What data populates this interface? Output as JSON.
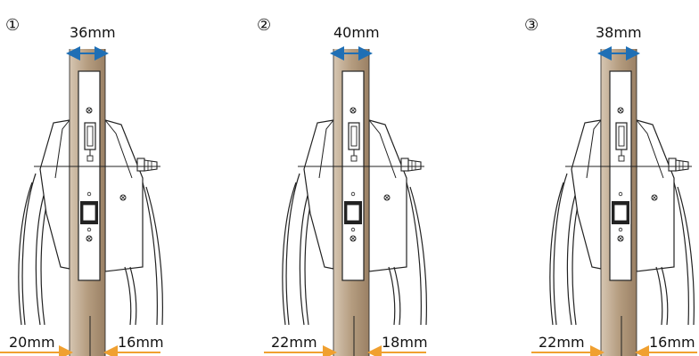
{
  "panels": [
    {
      "number": "①",
      "door_thickness": "36mm",
      "left_offset": "20mm",
      "right_offset": "16mm"
    },
    {
      "number": "②",
      "door_thickness": "40mm",
      "left_offset": "22mm",
      "right_offset": "18mm"
    },
    {
      "number": "③",
      "door_thickness": "38mm",
      "left_offset": "22mm",
      "right_offset": "16mm"
    }
  ],
  "colors": {
    "door_wood": "#c2ae96",
    "door_wood_dark": "#9c8468",
    "thickness_arrow": "#1f6fb5",
    "offset_line": "#f0a030",
    "stroke": "#222222"
  }
}
